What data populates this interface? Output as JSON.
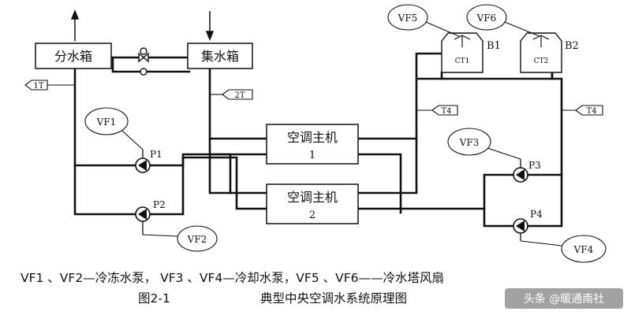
{
  "tanks": {
    "supply": "分水箱",
    "return": "集水箱"
  },
  "chillers": [
    {
      "name": "空调主机",
      "num": "1"
    },
    {
      "name": "空调主机",
      "num": "2"
    }
  ],
  "towers": [
    {
      "tag": "B1",
      "inner": "CT1",
      "fan": "VF5"
    },
    {
      "tag": "B2",
      "inner": "CT2",
      "fan": "VF6"
    }
  ],
  "pumps": [
    "P1",
    "P2",
    "P3",
    "P4"
  ],
  "vfds": [
    "VF1",
    "VF2",
    "VF3",
    "VF4"
  ],
  "sensors": [
    "1T",
    "2T",
    "T4",
    "T4"
  ],
  "caption": {
    "line1": "VF1 、VF2—冷冻水泵， VF3 、VF4—冷却水泵，VF5 、VF6——冷水塔风扇",
    "fig": "图2-1",
    "title": "典型中央空调水系统原理图"
  },
  "watermark": "头条 @暖通南社"
}
